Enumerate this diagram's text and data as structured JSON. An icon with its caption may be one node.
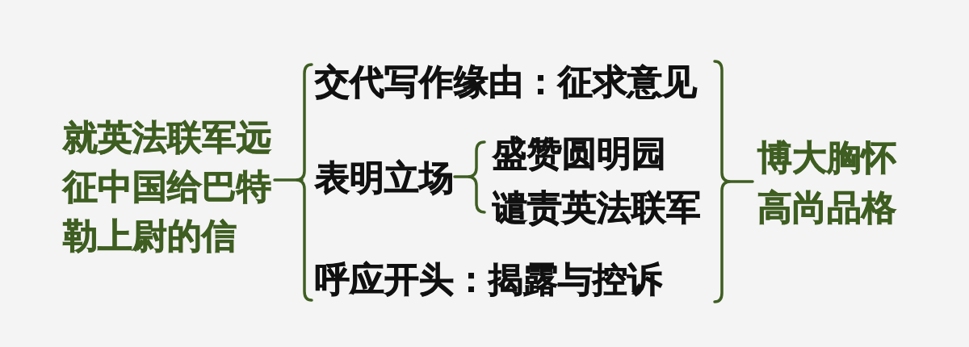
{
  "diagram": {
    "nodes": [
      {
        "text": [
          "就英法联军远征中国给巴特勒上尉的信"
        ]
      },
      {
        "text": [
          "交代写作缘由：征求意见"
        ]
      },
      {
        "text": [
          "表明立场"
        ]
      },
      {
        "text": [
          "盛赞圆明园"
        ]
      },
      {
        "text": [
          "谴责英法联军"
        ]
      },
      {
        "text": [
          "呼应开头：揭露与控诉"
        ]
      },
      {
        "text": [
          "博大胸怀高尚品格"
        ]
      }
    ],
    "edges": [
      {
        "from": 0,
        "to": 1,
        "arrow": "none"
      },
      {
        "from": 0,
        "to": 2,
        "arrow": "none"
      },
      {
        "from": 0,
        "to": 5,
        "arrow": "none"
      },
      {
        "from": 2,
        "to": 3,
        "arrow": "none"
      },
      {
        "from": 2,
        "to": 4,
        "arrow": "none"
      },
      {
        "from": 1,
        "to": 6,
        "arrow": "none"
      },
      {
        "from": 5,
        "to": 6,
        "arrow": "none"
      }
    ]
  }
}
